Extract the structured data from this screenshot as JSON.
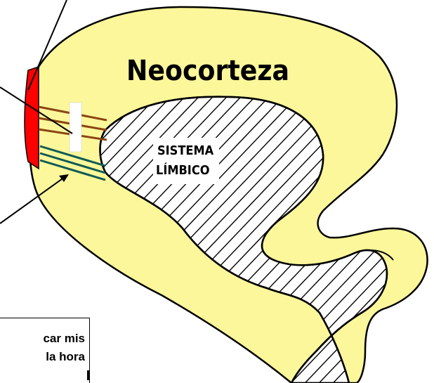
{
  "diagram": {
    "neocortex_label": "Neocorteza",
    "limbic_label_line1": "SISTEMA",
    "limbic_label_line2": "LÍMBICO",
    "note_line1": "car mis",
    "note_line2": "la hora",
    "colors": {
      "brain_fill": "#fbf79a",
      "prefrontal_red": "#ff0000",
      "brown_fibers": "#8b4513",
      "teal_fibers": "#0f5b55",
      "outline": "#000000"
    }
  }
}
